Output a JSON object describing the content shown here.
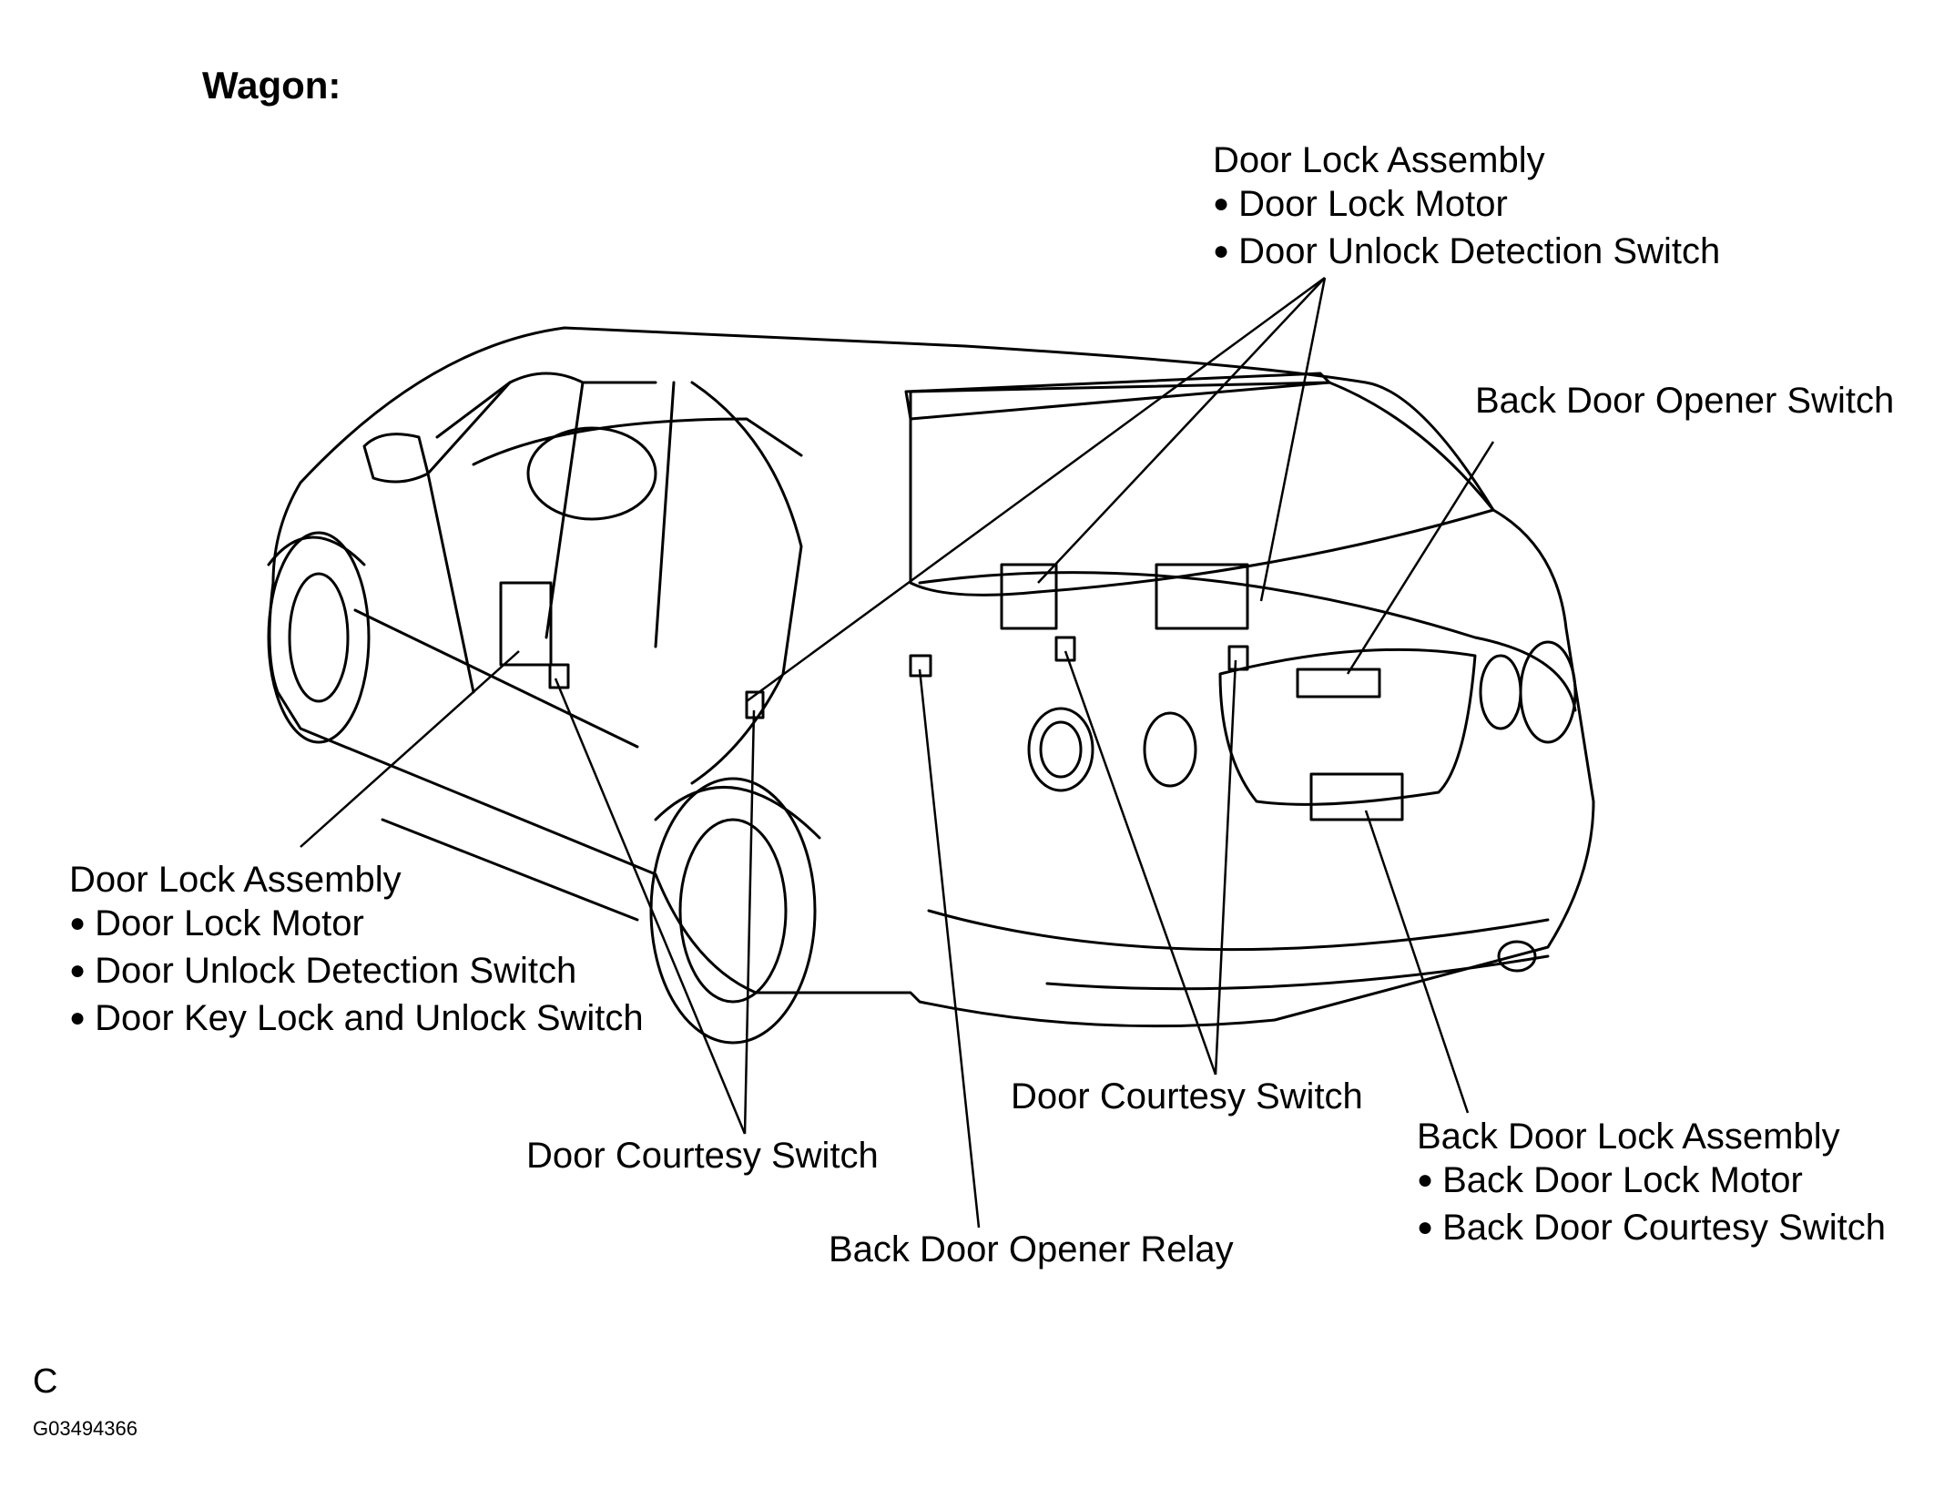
{
  "title": "Wagon:",
  "labels": {
    "front_door_lock": {
      "heading": "Door Lock Assembly",
      "items": [
        "Door Lock Motor",
        "Door Unlock Detection Switch",
        "Door Key Lock and Unlock Switch"
      ]
    },
    "rear_door_lock": {
      "heading": "Door Lock Assembly",
      "items": [
        "Door Lock Motor",
        "Door Unlock Detection Switch"
      ]
    },
    "back_door_opener_switch": "Back Door Opener Switch",
    "door_courtesy_switch_left": "Door Courtesy Switch",
    "door_courtesy_switch_right": "Door Courtesy Switch",
    "back_door_opener_relay": "Back Door Opener Relay",
    "back_door_lock": {
      "heading": "Back Door Lock Assembly",
      "items": [
        "Back Door Lock Motor",
        "Back Door Courtesy Switch"
      ]
    }
  },
  "page_letter": "C",
  "figure_code": "G03494366"
}
